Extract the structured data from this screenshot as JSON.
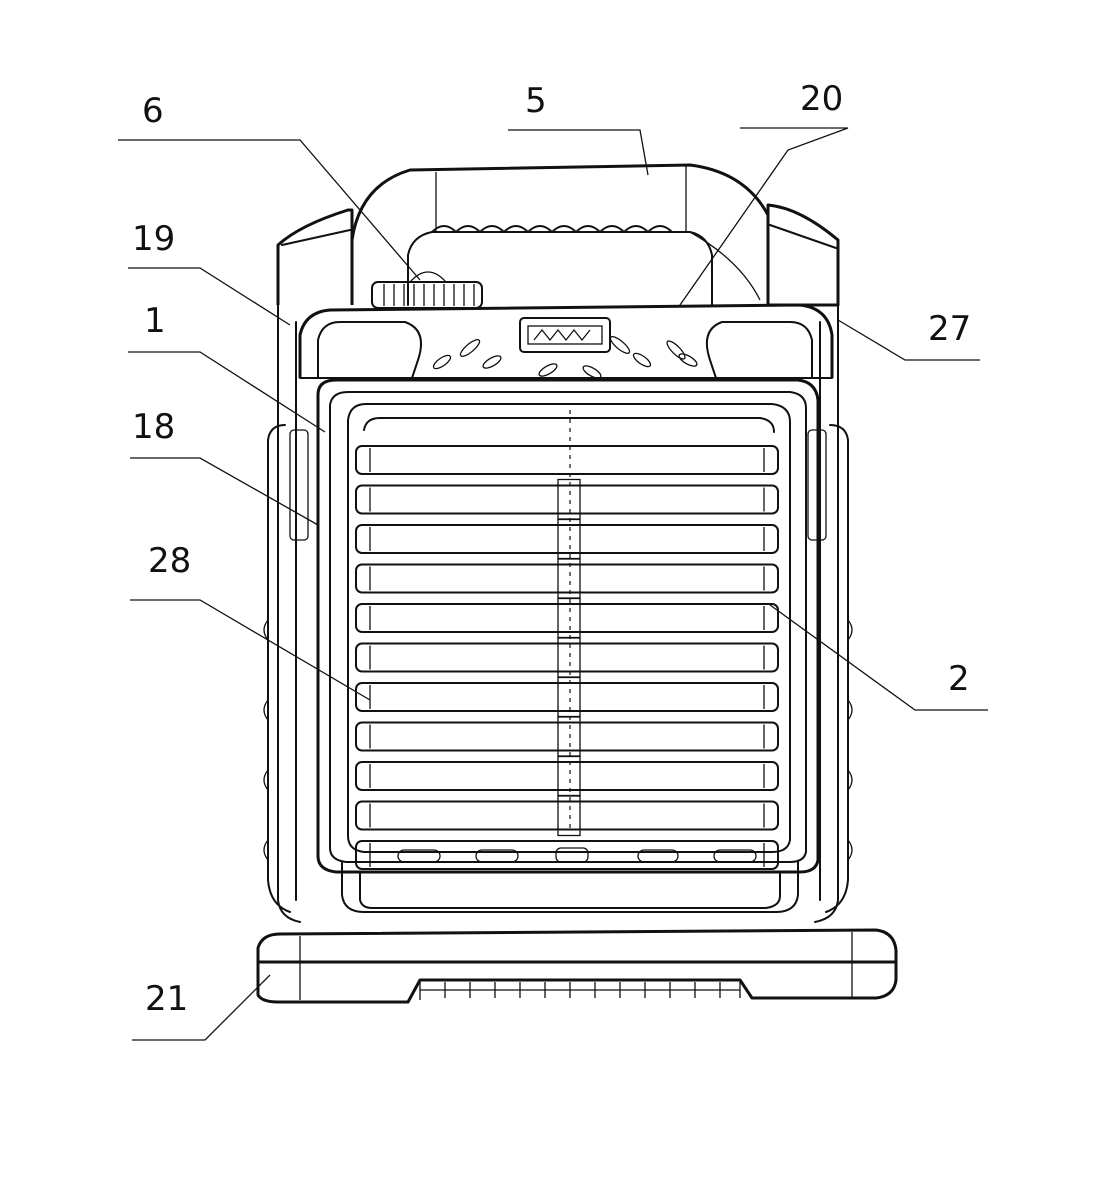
{
  "figure": {
    "callouts": [
      {
        "id": "label-6",
        "text": "6"
      },
      {
        "id": "label-5",
        "text": "5"
      },
      {
        "id": "label-20",
        "text": "20"
      },
      {
        "id": "label-19",
        "text": "19"
      },
      {
        "id": "label-1",
        "text": "1"
      },
      {
        "id": "label-18",
        "text": "18"
      },
      {
        "id": "label-28",
        "text": "28"
      },
      {
        "id": "label-27",
        "text": "27"
      },
      {
        "id": "label-2",
        "text": "2"
      },
      {
        "id": "label-21",
        "text": "21"
      }
    ],
    "grille_bar_count": 11,
    "ink_color": "#111111",
    "background_color": "#ffffff"
  }
}
